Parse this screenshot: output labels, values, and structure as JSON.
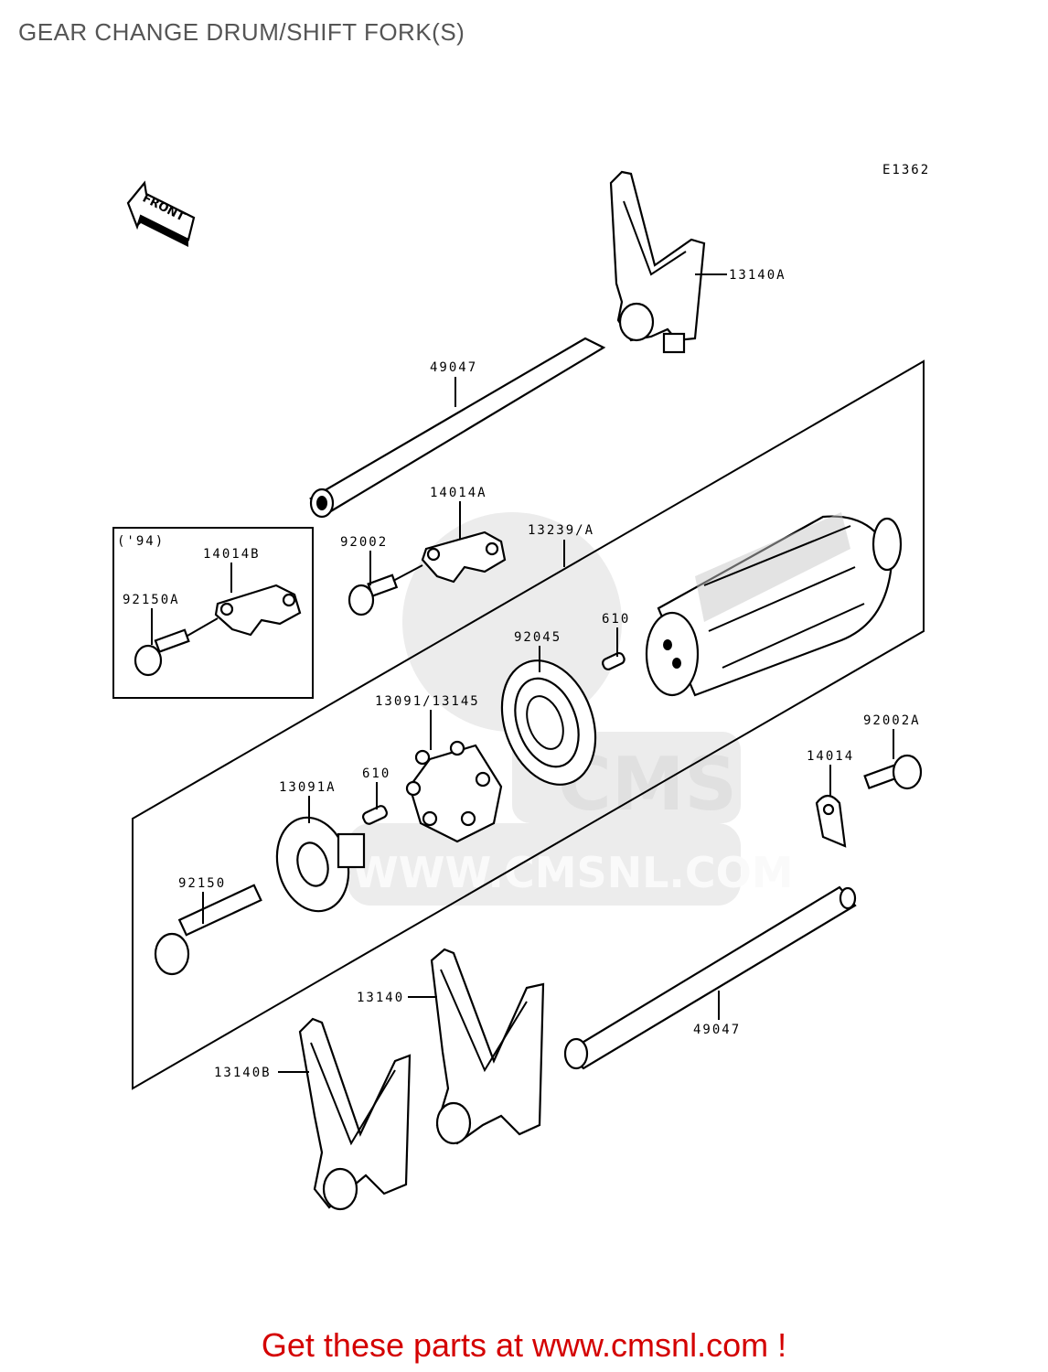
{
  "title": "GEAR CHANGE DRUM/SHIFT FORK(S)",
  "diagram_code": "E1362",
  "front_badge": "FRONT",
  "inset_label": "('94)",
  "watermark": {
    "logo": "CMS",
    "url": "WWW.CMSNL.COM"
  },
  "parts": {
    "p13140A": "13140A",
    "p49047_top": "49047",
    "p14014A": "14014A",
    "p13239A": "13239/A",
    "p92002": "92002",
    "p14014B": "14014B",
    "p92150A": "92150A",
    "p610_top": "610",
    "p92045": "92045",
    "p13091_13145": "13091/13145",
    "p92002A": "92002A",
    "p14014": "14014",
    "p610_mid": "610",
    "p13091A": "13091A",
    "p92150": "92150",
    "p13140": "13140",
    "p49047_bottom": "49047",
    "p13140B": "13140B"
  },
  "footer": "Get these parts at www.cmsnl.com !"
}
